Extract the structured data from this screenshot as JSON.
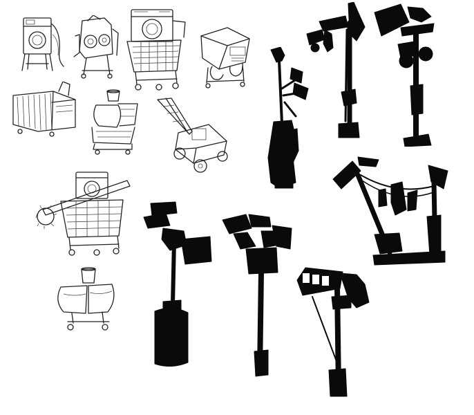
{
  "canvas": {
    "background": "#ffffff",
    "ink": "#0a0a0a"
  },
  "sketches": [
    {
      "name": "washing-machine-on-stand",
      "kind": "line-sketch"
    },
    {
      "name": "boombox-robot",
      "kind": "line-sketch"
    },
    {
      "name": "shopping-cart-washer",
      "kind": "line-sketch"
    },
    {
      "name": "stove-on-wheels",
      "kind": "line-sketch"
    },
    {
      "name": "oil-radiator",
      "kind": "line-sketch"
    },
    {
      "name": "bucket-cart",
      "kind": "line-sketch"
    },
    {
      "name": "lawn-mower",
      "kind": "line-sketch"
    },
    {
      "name": "cart-with-saw-arm",
      "kind": "line-sketch"
    },
    {
      "name": "bucket-bundle-cart",
      "kind": "line-sketch"
    }
  ],
  "silhouettes": [
    {
      "name": "lamp-pole-cluster",
      "kind": "silhouette"
    },
    {
      "name": "signal-post-tall",
      "kind": "silhouette"
    },
    {
      "name": "camera-post",
      "kind": "silhouette"
    },
    {
      "name": "wire-frame-lights",
      "kind": "silhouette"
    },
    {
      "name": "spotlight-on-bin",
      "kind": "silhouette"
    },
    {
      "name": "light-tree-pole",
      "kind": "silhouette"
    },
    {
      "name": "projector-crane",
      "kind": "silhouette"
    }
  ]
}
